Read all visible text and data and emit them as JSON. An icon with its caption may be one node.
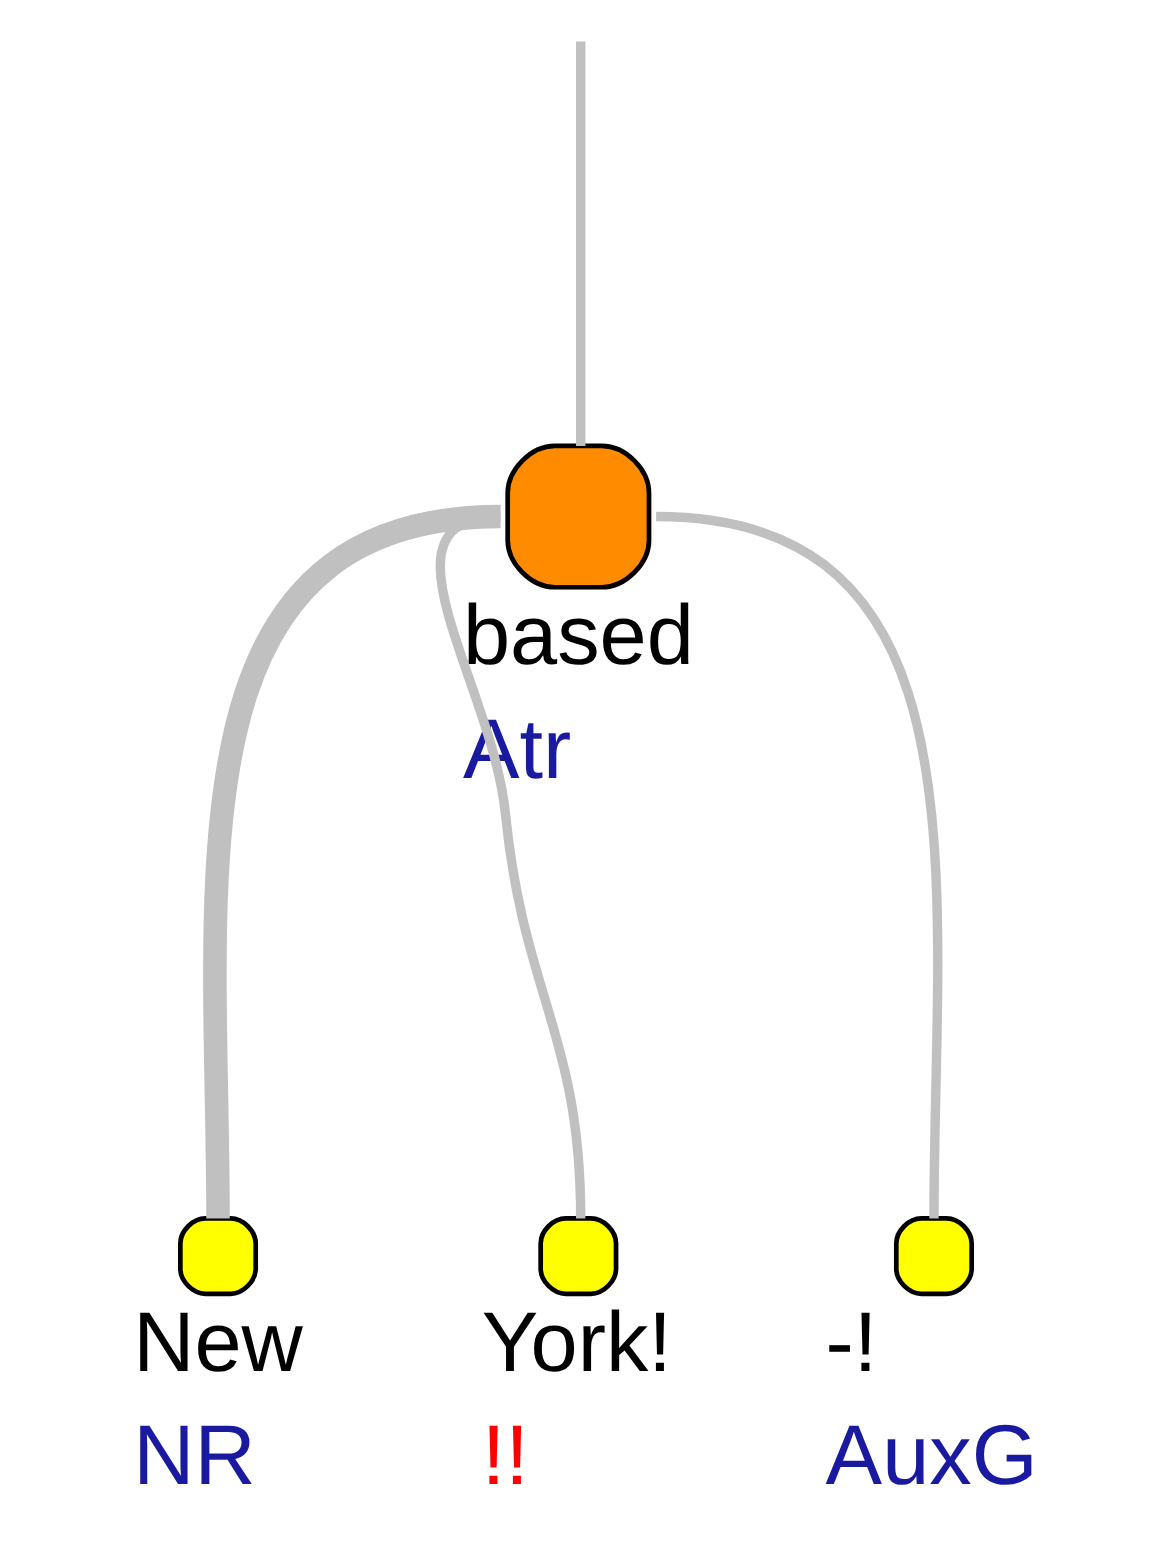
{
  "diagram": {
    "nodes": [
      {
        "text": [
          "based",
          "Atr"
        ]
      },
      {
        "text": [
          "New",
          "NR"
        ]
      },
      {
        "text": [
          "York!",
          "!!"
        ]
      },
      {
        "text": [
          "-!",
          "AuxG"
        ]
      }
    ],
    "edges": [
      {
        "from": null,
        "to": 0,
        "arrow": "none"
      },
      {
        "from": 0,
        "to": 1,
        "arrow": "none",
        "style": "thick"
      },
      {
        "from": 0,
        "to": 2,
        "arrow": "none"
      },
      {
        "from": 0,
        "to": 3,
        "arrow": "none"
      }
    ]
  }
}
